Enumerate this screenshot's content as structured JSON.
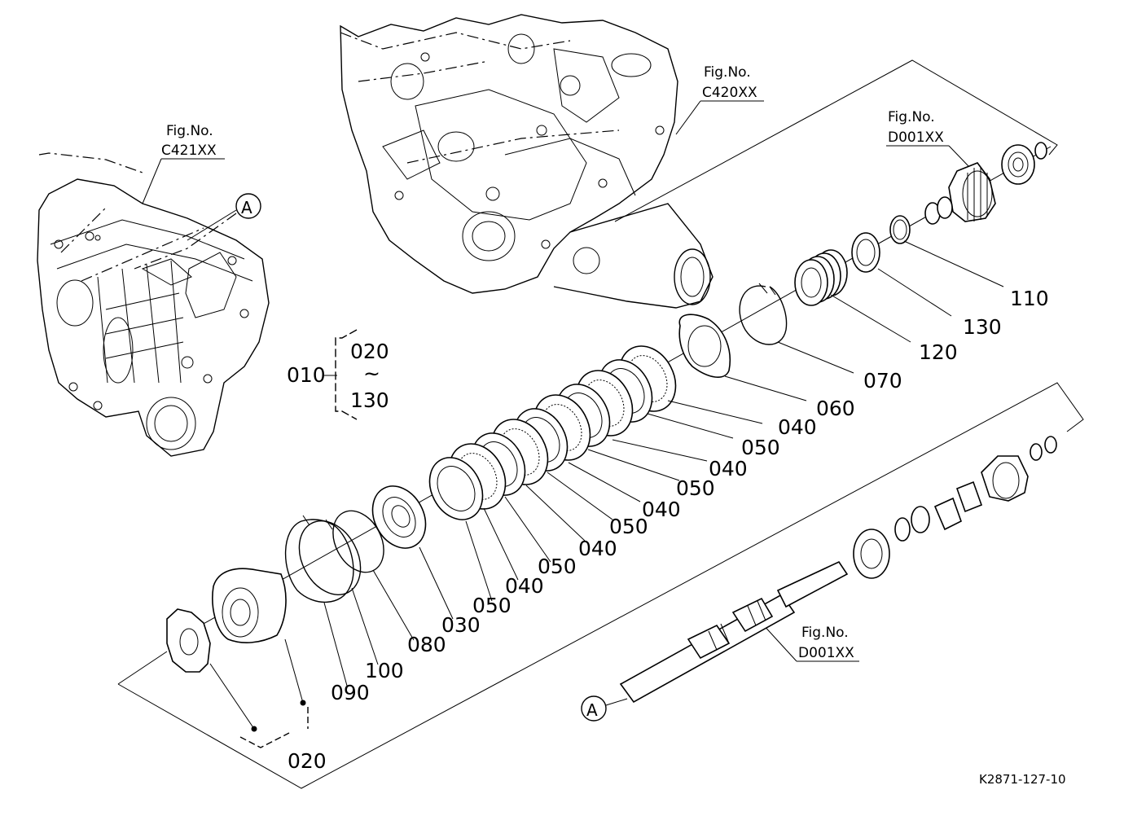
{
  "fig_refs": {
    "c421": {
      "fig": "Fig.No.",
      "code": "C421XX"
    },
    "c420": {
      "fig": "Fig.No.",
      "code": "C420XX"
    },
    "d001_top": {
      "fig": "Fig.No.",
      "code": "D001XX"
    },
    "d001_shaft": {
      "fig": "Fig.No.",
      "code": "D001XX"
    }
  },
  "markers": {
    "a_case": "A",
    "a_shaft": "A"
  },
  "assembly": {
    "main": "010",
    "range_from": "020",
    "range_sep": "~",
    "range_to": "130"
  },
  "parts": {
    "p110": "110",
    "p130": "130",
    "p120": "120",
    "p070": "070",
    "p060": "060",
    "p040a": "040",
    "p050a": "050",
    "p040b": "040",
    "p050b": "050",
    "p040c": "040",
    "p050c": "050",
    "p040d": "040",
    "p050d": "050",
    "p040e": "040",
    "p050e": "050",
    "p030": "030",
    "p080": "080",
    "p100": "100",
    "p090": "090",
    "p020": "020"
  },
  "drawing_code": "K2871-127-10"
}
